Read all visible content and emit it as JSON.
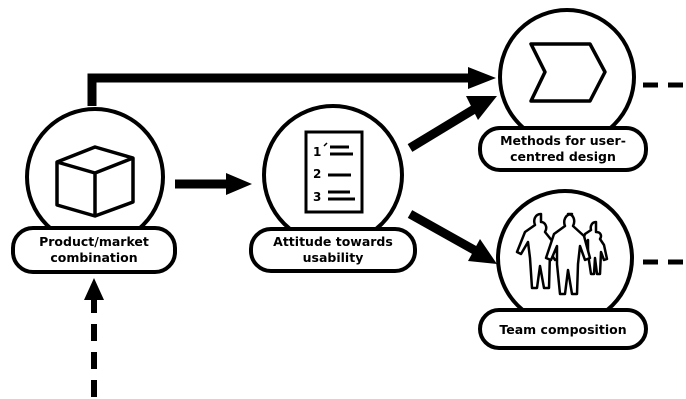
{
  "nodes": {
    "product_market": {
      "label_lines": [
        "Product/market",
        "combination"
      ],
      "icon": "cube-icon"
    },
    "attitude": {
      "label_lines": [
        "Attitude towards",
        "usability"
      ],
      "icon": "checklist-icon",
      "list_numbers": [
        "1",
        "2",
        "3"
      ]
    },
    "methods": {
      "label_lines": [
        "Methods for user-",
        "centred design"
      ],
      "icon": "chevron-shape-icon"
    },
    "team": {
      "label_lines": [
        "Team composition"
      ],
      "icon": "people-group-icon"
    }
  },
  "colors": {
    "stroke": "#000000",
    "fill": "#ffffff"
  }
}
